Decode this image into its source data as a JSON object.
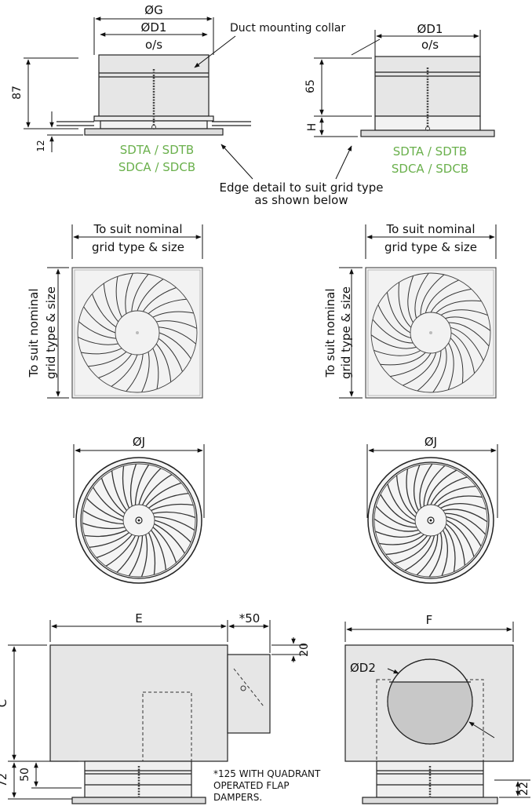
{
  "colors": {
    "accent_green": "#6ab04c",
    "body_fill": "#e8e8e8",
    "face_fill": "#f4f4f4",
    "damper_fill": "#c8c8c8",
    "line": "#222222"
  },
  "side_views": {
    "left": {
      "dim_g": "ØG",
      "dim_d1": "ØD1",
      "dim_os": "o/s",
      "dim_height": "87",
      "dim_lip": "12",
      "callout": "Duct mounting collar",
      "model_line1": "SDTA / SDTB",
      "model_line2": "SDCA / SDCB"
    },
    "right": {
      "dim_d1": "ØD1",
      "dim_os": "o/s",
      "dim_height": "65",
      "dim_h": "H",
      "model_line1": "SDTA / SDTB",
      "model_line2": "SDCA / SDCB"
    },
    "edge_note_line1": "Edge detail to suit grid type",
    "edge_note_line2": "as shown below"
  },
  "square_faces": {
    "top_label_line1": "To suit nominal",
    "top_label_line2": "grid type & size",
    "side_label_line1": "To suit nominal",
    "side_label_line2": "grid type & size"
  },
  "round_faces": {
    "dim_j": "ØJ"
  },
  "plenum_views": {
    "side": {
      "dim_e": "E",
      "dim_spigot": "*50",
      "dim_offset": "20",
      "dim_c": "C",
      "dim_72": "72",
      "dim_50": "50",
      "note_line1": "*125 WITH QUADRANT",
      "note_line2": "OPERATED FLAP",
      "note_line3": "DAMPERS."
    },
    "end": {
      "dim_f": "F",
      "dim_d2": "ØD2",
      "dim_22": "22"
    }
  }
}
